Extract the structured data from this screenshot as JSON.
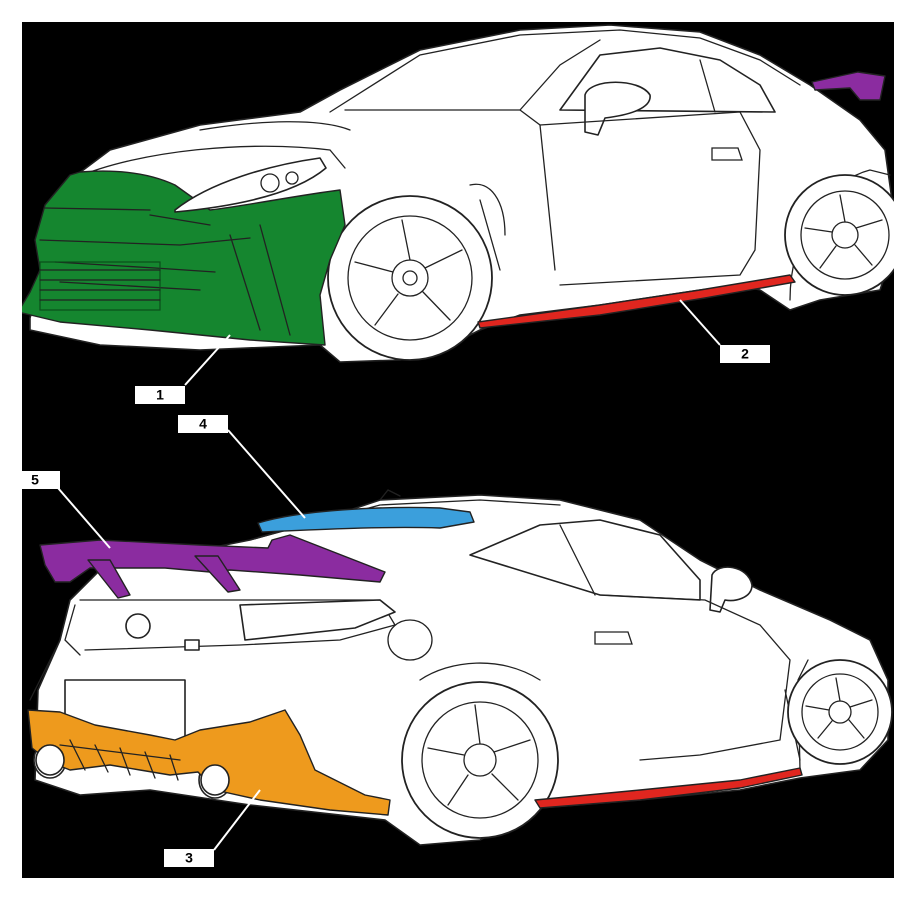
{
  "labels": {
    "front_bumper": "1",
    "side_skirt": "2",
    "rear_diffuser": "3",
    "roof_spoiler": "4",
    "rear_wing": "5"
  },
  "colors": {
    "background": "#000000",
    "front_bumper": "#15862f",
    "side_skirt": "#e0261f",
    "rear_diffuser": "#ee9a1d",
    "roof_spoiler": "#3b9fdc",
    "rear_wing": "#8b2ca0",
    "car_body": "#ffffff"
  }
}
